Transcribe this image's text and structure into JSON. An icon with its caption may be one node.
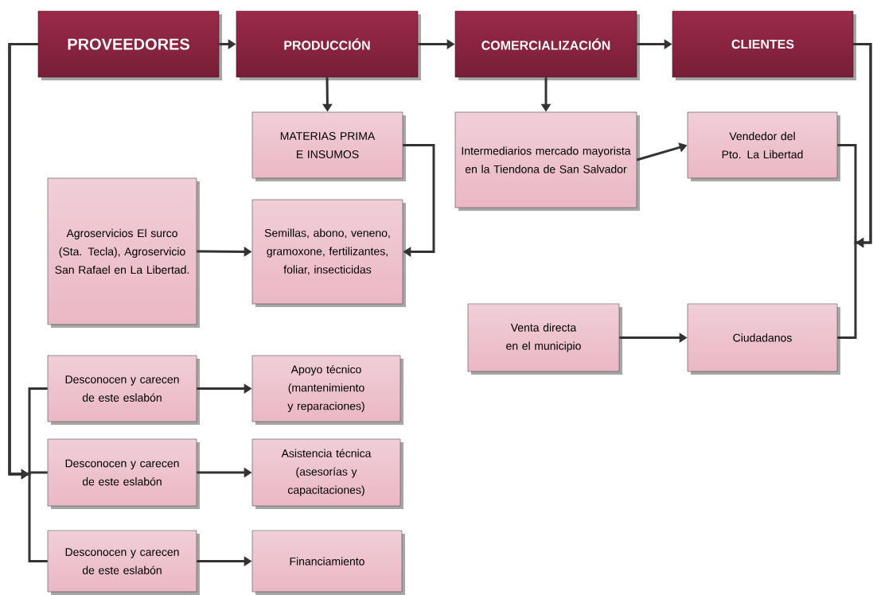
{
  "diagram": {
    "nodes": [
      {
        "text": [
          "PROVEEDORES"
        ]
      },
      {
        "text": [
          "PRODUCCIÓN"
        ]
      },
      {
        "text": [
          "COMERCIALIZACIÓN"
        ]
      },
      {
        "text": [
          "CLIENTES"
        ]
      },
      {
        "text": [
          "MATERIAS PRIMA E INSUMOS"
        ]
      },
      {
        "text": [
          "Intermediarios mercado mayorista en la Tiendona de San Salvador"
        ]
      },
      {
        "text": [
          "Vendedor del Pto. La Libertad"
        ]
      },
      {
        "text": [
          "Agroservicios El surco (Sta. Tecla), Agroservicio San Rafael en La Libertad."
        ]
      },
      {
        "text": [
          "Semillas, abono, veneno, gramoxone, fertilizantes, foliar, insecticidas"
        ]
      },
      {
        "text": [
          "Venta directa en el municipio"
        ]
      },
      {
        "text": [
          "Ciudadanos"
        ]
      },
      {
        "text": [
          "Desconocen y carecen de este eslabón"
        ]
      },
      {
        "text": [
          "Apoyo técnico (mantenimiento y reparaciones)"
        ]
      },
      {
        "text": [
          "Desconocen y carecen de este eslabón"
        ]
      },
      {
        "text": [
          "Asistencia técnica (asesorías y capacitaciones)"
        ]
      },
      {
        "text": [
          "Desconocen y carecen de este eslabón"
        ]
      },
      {
        "text": [
          "Financiamiento"
        ]
      }
    ],
    "edges": [
      {
        "from": 0,
        "to": 1,
        "arrow": "to"
      },
      {
        "from": 1,
        "to": 2,
        "arrow": "to"
      },
      {
        "from": 2,
        "to": 3,
        "arrow": "to"
      },
      {
        "from": 1,
        "to": 4,
        "arrow": "to"
      },
      {
        "from": 2,
        "to": 5,
        "arrow": "to"
      },
      {
        "from": 4,
        "to": 8,
        "arrow": "to"
      },
      {
        "from": 7,
        "to": 8,
        "arrow": "to"
      },
      {
        "from": 5,
        "to": 6,
        "arrow": "to"
      },
      {
        "from": 3,
        "to": 6,
        "arrow": "to"
      },
      {
        "from": 3,
        "to": 10,
        "arrow": "to"
      },
      {
        "from": 9,
        "to": 10,
        "arrow": "to"
      },
      {
        "from": 0,
        "to": 11,
        "arrow": "to"
      },
      {
        "from": 0,
        "to": 13,
        "arrow": "to"
      },
      {
        "from": 0,
        "to": 15,
        "arrow": "to"
      },
      {
        "from": 11,
        "to": 12,
        "arrow": "to"
      },
      {
        "from": 13,
        "to": 14,
        "arrow": "to"
      },
      {
        "from": 15,
        "to": 16,
        "arrow": "to"
      }
    ]
  }
}
